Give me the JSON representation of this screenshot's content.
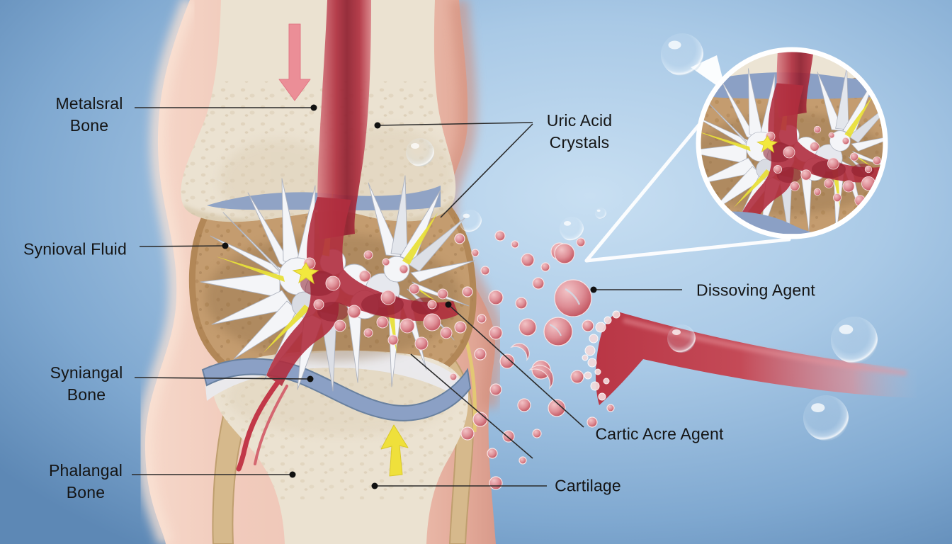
{
  "labels": {
    "metatarsal_bone": "Metalsral\nBone",
    "uric_acid_crystals": "Uric Acid\nCrystals",
    "synovial_fluid": "Synioval Fluid",
    "syniangal_bone": "Syniangal\nBone",
    "phalangal_bone": "Phalangal\nBone",
    "dissolving_agent": "Dissoving Agent",
    "cartic_acre_agent": "Cartic Acre Agent",
    "cartilage": "Cartilage"
  },
  "palette": {
    "background_center": "#c6def2",
    "background_edge": "#5d88b5",
    "skin": "#eec3b4",
    "bone": "#ebe2d1",
    "capsule_tan": "#c49c6f",
    "cartilage_blue": "#8ba0c5",
    "vessel_red": "#b03040",
    "crystal_white": "#f4f5f8",
    "crystal_yellow": "#e8e03a",
    "agent_sphere_pink": "#de8e96",
    "bubble_blue": "#dcebf7",
    "label_text": "#141414",
    "down_arrow_pink": "#ec8793",
    "up_arrow_yellow": "#efe03b"
  }
}
